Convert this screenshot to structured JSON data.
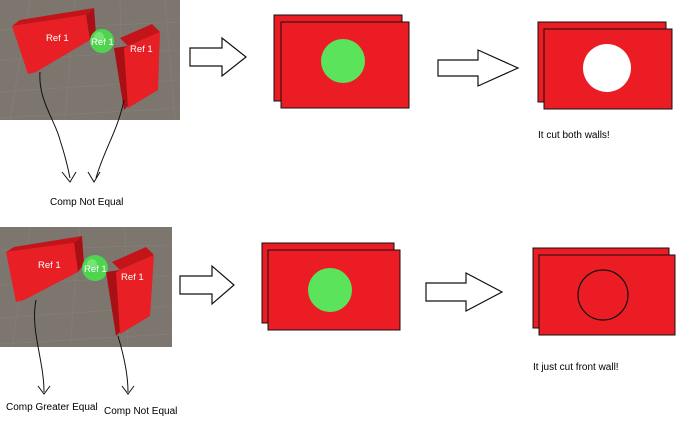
{
  "scenes": {
    "top": {
      "wall_left_label": "Ref 1",
      "sphere_label": "Ref 1",
      "wall_right_label": "Ref 1"
    },
    "bottom": {
      "wall_left_label": "Ref 1",
      "sphere_label": "Ref 1",
      "wall_right_label": "Ref 1"
    }
  },
  "captions": {
    "top_left_caption": "Comp Not Equal",
    "top_result": "It cut both walls!",
    "bottom_left_caption": "Comp Greater Equal",
    "bottom_right_caption": "Comp Not Equal",
    "bottom_result": "It just cut front wall!"
  },
  "colors": {
    "wall_red": "#ec1c24",
    "sphere_green": "#5be35b",
    "scene_bg": "#7d766f"
  },
  "icons": [
    "arrow-right-icon",
    "hand-drawn-arrow-icon"
  ]
}
